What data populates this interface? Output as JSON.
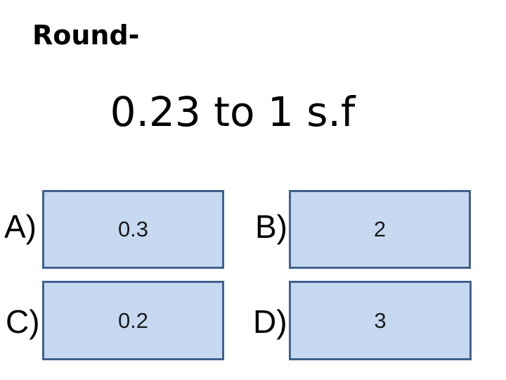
{
  "slide": {
    "prompt": "Round-",
    "title": "0.23 to 1 s.f"
  },
  "answers": [
    {
      "letter": "A)",
      "value": "0.3"
    },
    {
      "letter": "B)",
      "value": "2"
    },
    {
      "letter": "C)",
      "value": "0.2"
    },
    {
      "letter": "D)",
      "value": "3"
    }
  ],
  "colors": {
    "background": "#ffffff",
    "box_fill": "#c6d9f1",
    "box_border": "#41618e",
    "text": "#000000",
    "box_text": "#1a1a1a"
  }
}
